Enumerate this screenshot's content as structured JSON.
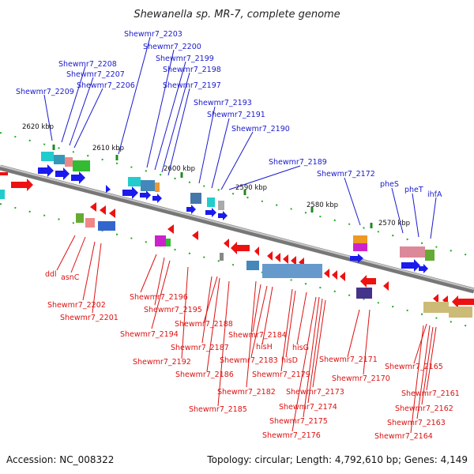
{
  "title": "Shewanella sp. MR-7, complete genome",
  "footer": {
    "accession": "Accession: NC_008322",
    "summary": "Topology: circular; Length: 4,792,610 bp; Genes: 4,149"
  },
  "scale_labels": [
    "2620 kbp",
    "2610 kbp",
    "2600 kbp",
    "2590 kbp",
    "2580 kbp",
    "2570 kbp"
  ],
  "top_labels": [
    "Shewmr7_2203",
    "Shewmr7_2200",
    "Shewmr7_2199",
    "Shewmr7_2208",
    "Shewmr7_2198",
    "Shewmr7_2207",
    "Shewmr7_2197",
    "Shewmr7_2206",
    "Shewmr7_2209",
    "Shewmr7_2193",
    "Shewmr7_2191",
    "Shewmr7_2190",
    "Shewmr7_2189",
    "Shewmr7_2172",
    "pheS",
    "pheT",
    "ihfA"
  ],
  "bottom_labels": [
    "ddl",
    "asnC",
    "Shewmr7_2196",
    "Shewmr7_2202",
    "Shewmr7_2195",
    "Shewmr7_2201",
    "Shewmr7_2188",
    "Shewmr7_2194",
    "Shewmr7_2184",
    "Shewmr7_2187",
    "hisH",
    "hisG",
    "Shewmr7_2192",
    "Shewmr7_2183",
    "hisD",
    "Shewmr7_2171",
    "Shewmr7_2165",
    "Shewmr7_2186",
    "Shewmr7_2179",
    "Shewmr7_2170",
    "Shewmr7_2182",
    "Shewmr7_2173",
    "Shewmr7_2161",
    "Shewmr7_2174",
    "Shewmr7_2162",
    "Shewmr7_2185",
    "Shewmr7_2175",
    "Shewmr7_2163",
    "Shewmr7_2176",
    "Shewmr7_2164"
  ],
  "colors": {
    "forward_gene": "#1a1aee",
    "reverse_gene": "#ee1111",
    "backbone": "#888888",
    "tick": "#22aa22"
  }
}
